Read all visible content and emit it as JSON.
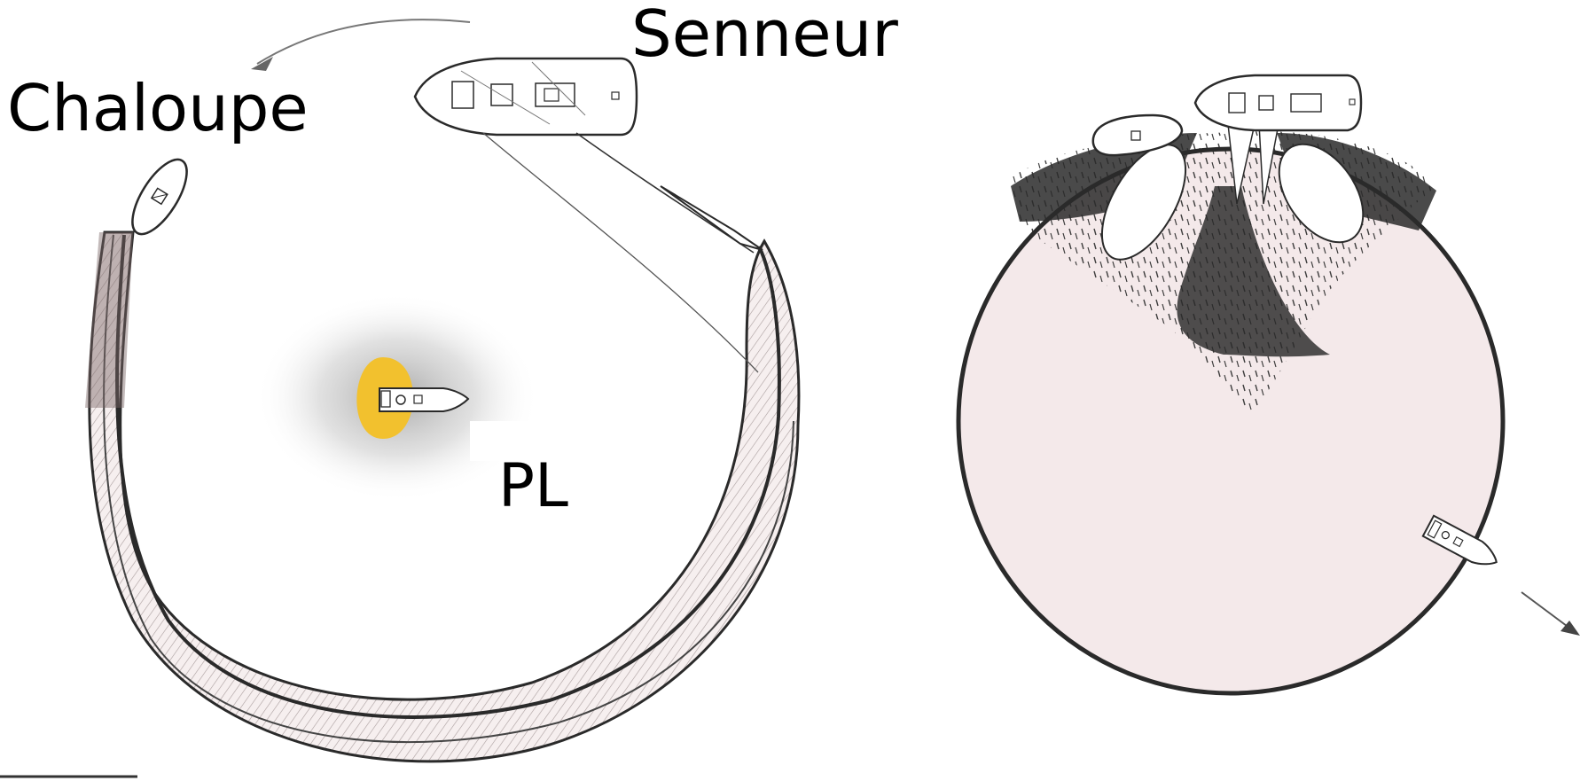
{
  "labels": {
    "seiner": "Senneur",
    "skiff": "Chaloupe",
    "light_boat": "PL"
  },
  "colors": {
    "ink": "#2a2a2a",
    "net_fill": "#f4e9ea",
    "light_glow": "#f2c12e",
    "halo": "#d9d9d9",
    "background": "#ffffff"
  },
  "icons": [
    "seiner-boat",
    "skiff-boat",
    "light-boat",
    "direction-arrow"
  ]
}
